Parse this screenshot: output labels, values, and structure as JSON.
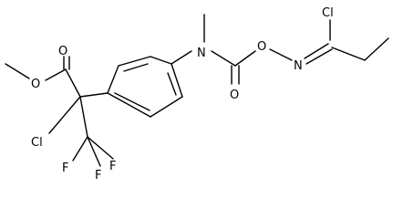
{
  "structure": {
    "atoms": {
      "ester_o_single": "O",
      "ester_o_double": "O",
      "alpha_cl": "Cl",
      "f_left": "F",
      "f_mid": "F",
      "f_right": "F",
      "n_amine": "N",
      "carbamate_o_double": "O",
      "carbamate_o_link": "O",
      "n_imine": "N",
      "imidoyl_cl": "Cl"
    }
  }
}
